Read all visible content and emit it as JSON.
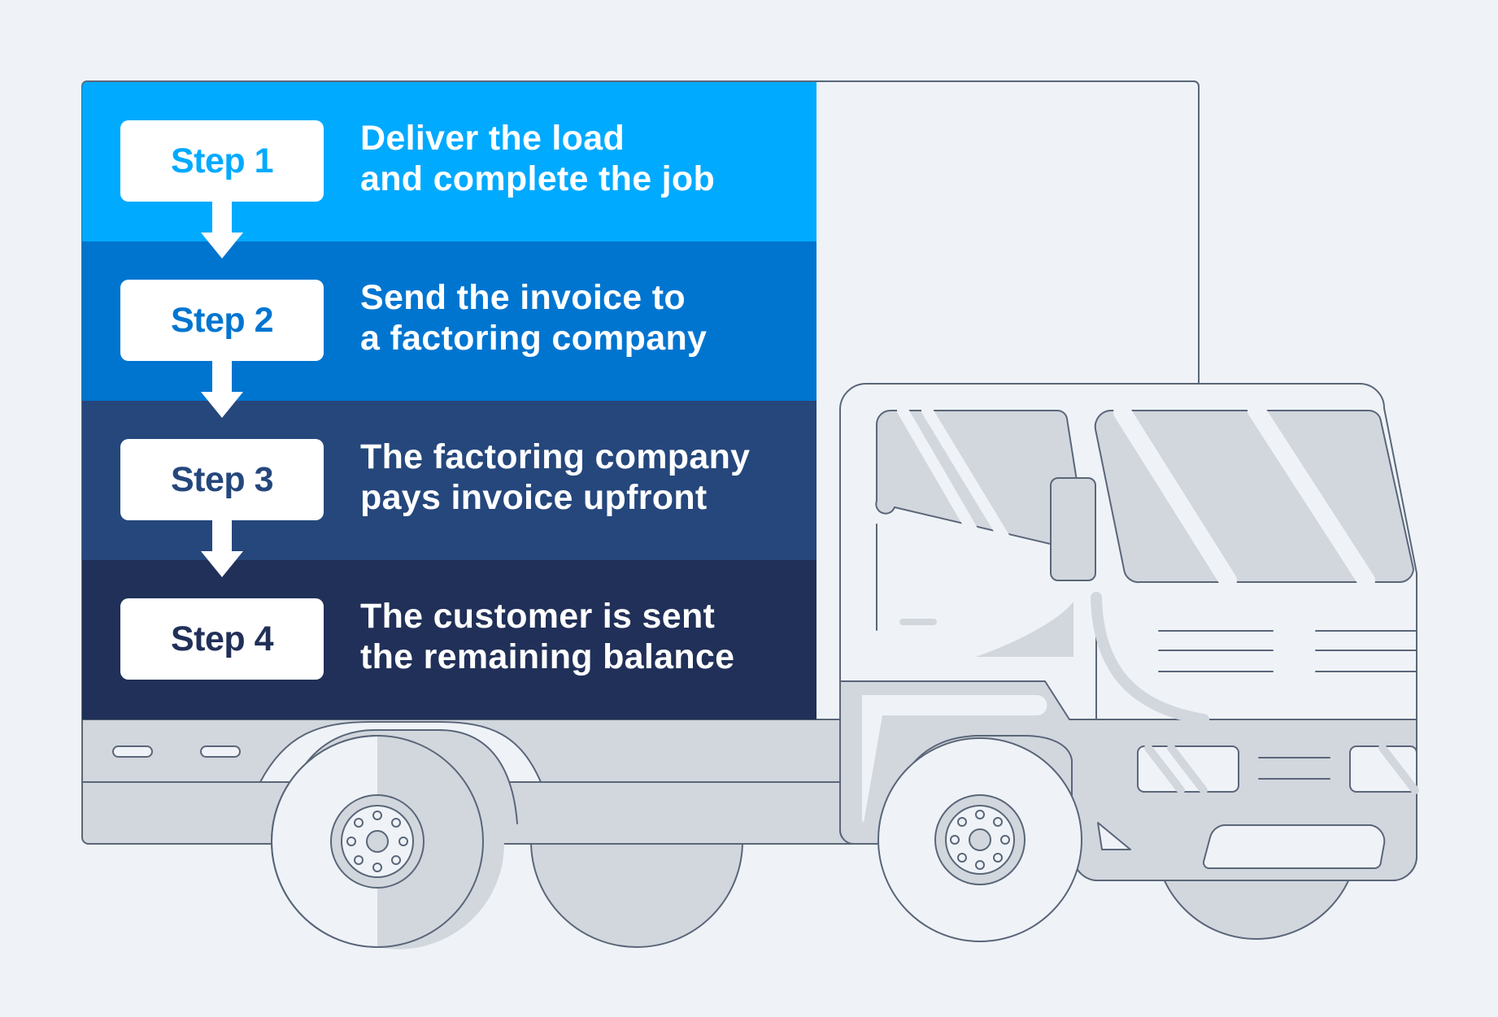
{
  "colors": {
    "background": "#eff3f8",
    "truck_fill": "#d2d7de",
    "truck_light": "#eff3f8",
    "truck_outline": "#5a6678",
    "step_1": "#00aaff",
    "step_2": "#0075d0",
    "step_3": "#25477c",
    "step_4": "#213058"
  },
  "steps": [
    {
      "label": "Step 1",
      "line_1": "Deliver the load",
      "line_2": "and complete the job",
      "color": "#00aaff"
    },
    {
      "label": "Step 2",
      "line_1": "Send the invoice to",
      "line_2": "a factoring company",
      "color": "#0075d0"
    },
    {
      "label": "Step 3",
      "line_1": "The factoring company",
      "line_2": "pays invoice upfront",
      "color": "#25477c"
    },
    {
      "label": "Step 4",
      "line_1": "The customer is sent",
      "line_2": "the remaining balance",
      "color": "#213058"
    }
  ],
  "icons": {
    "flow_arrow": "arrow-down-icon",
    "truck": "truck-illustration"
  }
}
